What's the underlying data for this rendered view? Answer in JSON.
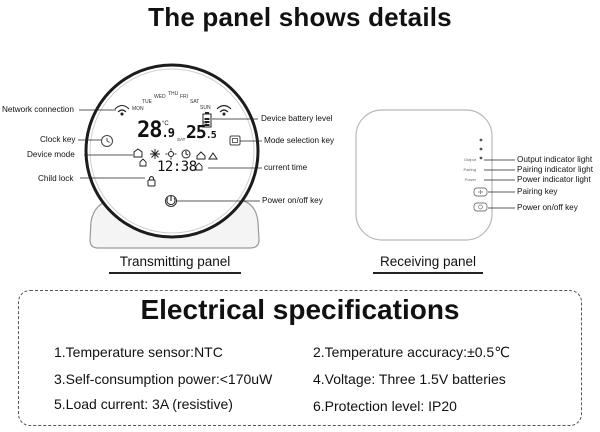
{
  "title": "The panel shows details",
  "transmitting": {
    "caption": "Transmitting panel",
    "labels": {
      "network": "Network connection",
      "clock": "Clock key",
      "device_mode": "Device mode",
      "child_lock": "Child lock",
      "battery": "Device battery level",
      "mode_select": "Mode selection key",
      "current_time": "current time",
      "power": "Power on/off key"
    },
    "display": {
      "days": [
        "MON",
        "TUE",
        "WED",
        "THU",
        "FRI",
        "SAT",
        "SUN"
      ],
      "temp_big": "28",
      "temp_big_dec": ".9",
      "temp_small": "25",
      "temp_small_dec": ".5",
      "unit": "°C",
      "time": "12:38",
      "sat_label": "SAT"
    }
  },
  "receiving": {
    "caption": "Receiving panel",
    "labels": {
      "output": "Output indicator light",
      "pairing_light": "Pairing indicator light",
      "power_light": "Power indicator light",
      "pairing_key": "Pairing key",
      "power_key": "Power on/off key"
    },
    "tiny": {
      "output": "Output",
      "pairing": "Pairing",
      "power": "Power"
    }
  },
  "specs": {
    "title": "Electrical specifications",
    "items": [
      "1.Temperature sensor:NTC",
      "2.Temperature accuracy:±0.5℃",
      "3.Self-consumption power:<170uW",
      "4.Voltage: Three 1.5V batteries",
      "5.Load current: 3A (resistive)",
      "6.Protection level: IP20"
    ]
  }
}
